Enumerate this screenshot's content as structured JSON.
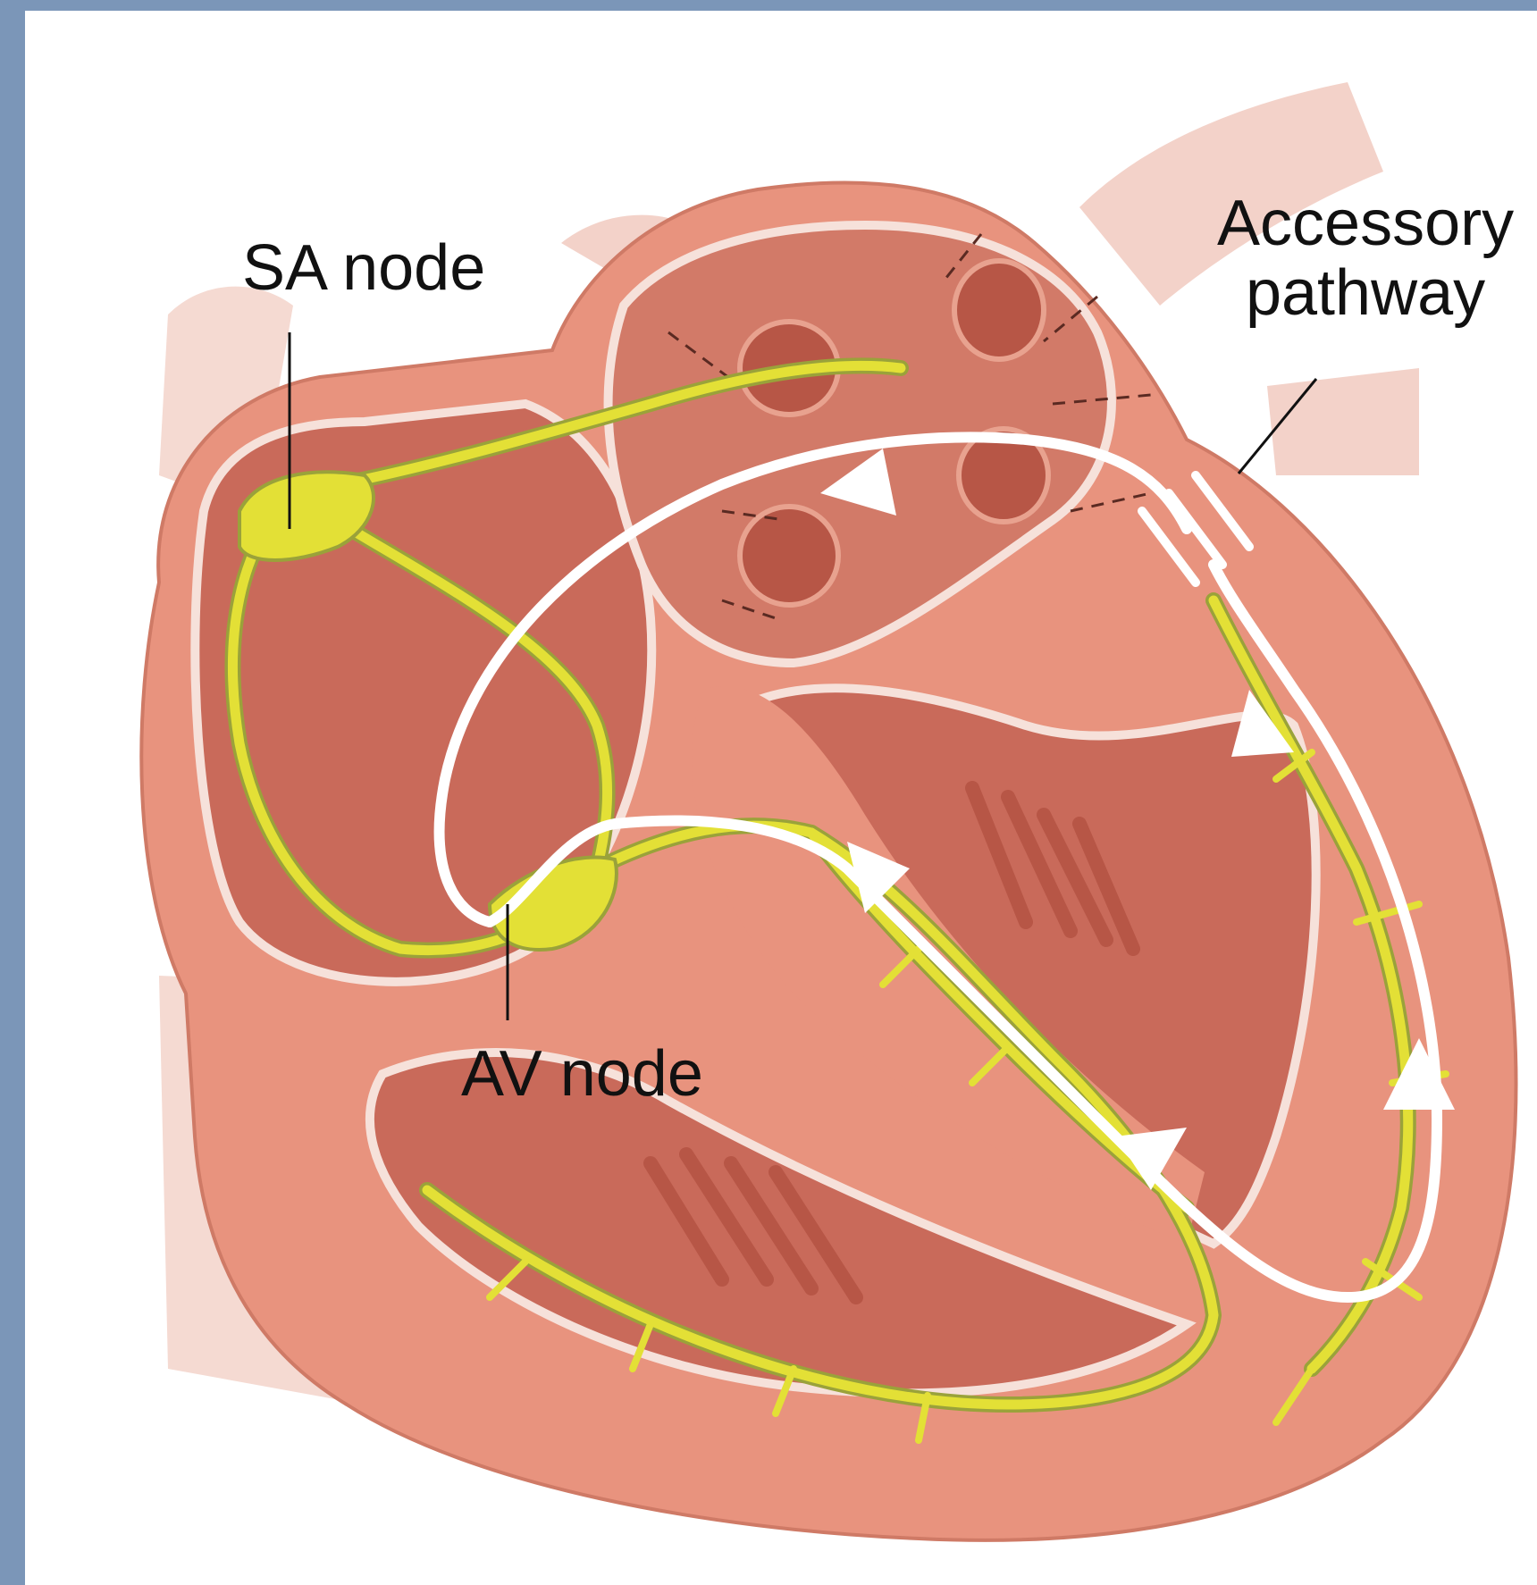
{
  "labels": {
    "sa_node": "SA node",
    "av_node": "AV node",
    "accessory_line1": "Accessory",
    "accessory_line2": "pathway"
  },
  "colors": {
    "frame": "#7b96b8",
    "background": "#ffffff",
    "muscle": "#e8937e",
    "chamber": "#c96a5a",
    "chamber_deep": "#b75646",
    "conduction": "#e3e036",
    "conduction_edge": "#9aa23a",
    "arrow": "#ffffff",
    "label_text": "#111111"
  }
}
